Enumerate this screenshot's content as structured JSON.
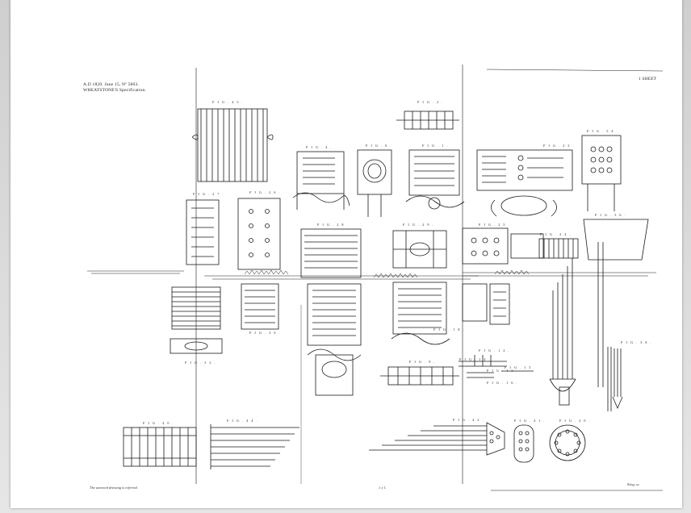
{
  "document": {
    "patent_line": "A.D 1820. June 15, Nº 5803.",
    "inventor_line": "WHEATSTONE'S Specification.",
    "sheet_label": "1 SHEET",
    "footer_left": "The annexed drawing is referred.",
    "footer_right": "King, sc.",
    "footer_center": "1 x 1."
  },
  "figures": [
    {
      "id": "fig-43",
      "label": "F I G . 4 3 ."
    },
    {
      "id": "fig-2",
      "label": "F I G . 2 ."
    },
    {
      "id": "fig-34",
      "label": "F I G . 3 4 ."
    },
    {
      "id": "fig-4",
      "label": "F I G . 4 ."
    },
    {
      "id": "fig-6",
      "label": "F I G . 6 ."
    },
    {
      "id": "fig-1",
      "label": "F I G . 1 ."
    },
    {
      "id": "fig-22",
      "label": "F I G . 2 2 ."
    },
    {
      "id": "fig-27",
      "label": "F I G . 2 7 ."
    },
    {
      "id": "fig-26",
      "label": "F I G . 2 6 ."
    },
    {
      "id": "fig-36",
      "label": "F I G . 3 6 ."
    },
    {
      "id": "fig-28",
      "label": "F I G . 2 8 ."
    },
    {
      "id": "fig-29",
      "label": "F I G . 2 9 ."
    },
    {
      "id": "fig-25",
      "label": "F I G . 2 5 ."
    },
    {
      "id": "fig-24",
      "label": "F I G . 2 4 ."
    },
    {
      "id": "fig-30",
      "label": "F I G . 3 0 ."
    },
    {
      "id": "fig-32",
      "label": "F I G . 3 2 ."
    },
    {
      "id": "fig-18",
      "label": "F I G . 1 8 ."
    },
    {
      "id": "fig-12",
      "label": "F I G . 1 2 ."
    },
    {
      "id": "fig-14",
      "label": "F I G . 1 4 ."
    },
    {
      "id": "fig-13",
      "label": "F I G . 1 3 ."
    },
    {
      "id": "fig-15",
      "label": "F I G . 1 5 ."
    },
    {
      "id": "fig-16",
      "label": "F I G . 1 6 ."
    },
    {
      "id": "fig-9",
      "label": "F I G . 9 ."
    },
    {
      "id": "fig-38",
      "label": "F I G . 3 8 ."
    },
    {
      "id": "fig-40",
      "label": "F I G . 4 0 ."
    },
    {
      "id": "fig-44",
      "label": "F I G . 4 4 ."
    },
    {
      "id": "fig-42",
      "label": "F I G . 4 2 ."
    },
    {
      "id": "fig-41",
      "label": "F I G . 4 1 ."
    },
    {
      "id": "fig-40b",
      "label": "F I G . 4 0 ."
    }
  ]
}
